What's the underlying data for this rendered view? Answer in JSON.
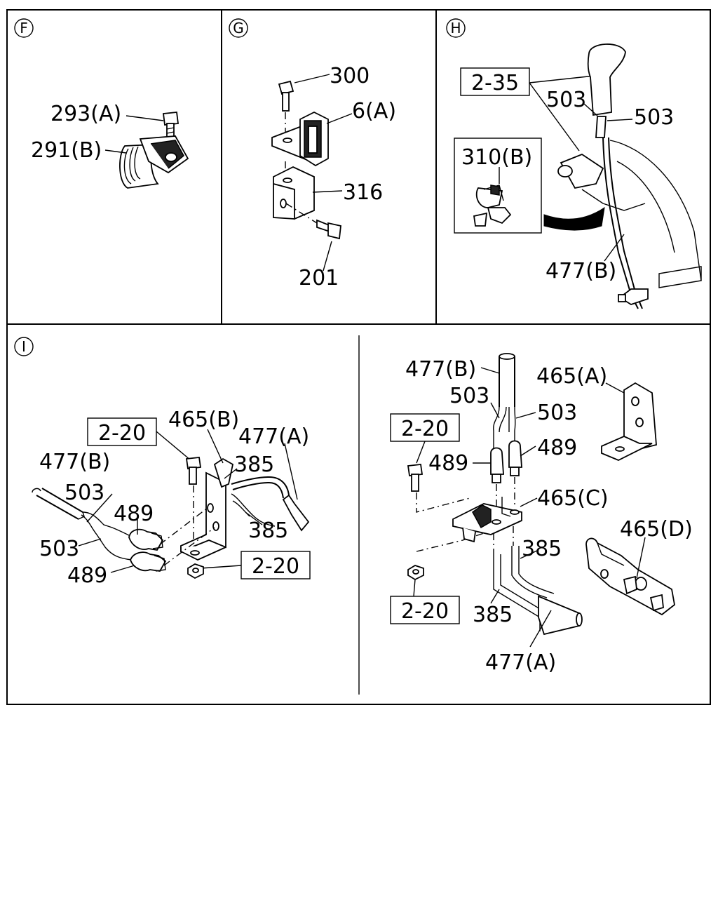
{
  "sections": {
    "f": {
      "marker": "F",
      "labels": [
        "293(A)",
        "291(B)"
      ]
    },
    "g": {
      "marker": "G",
      "labels": [
        "300",
        "6(A)",
        "316",
        "201"
      ]
    },
    "h": {
      "marker": "H",
      "ref_box": "2-35",
      "labels": [
        "503",
        "503",
        "310(B)",
        "477(B)"
      ]
    },
    "i": {
      "marker": "I",
      "left": {
        "ref_boxes": [
          "2-20",
          "2-20"
        ],
        "labels": [
          "465(B)",
          "477(A)",
          "385",
          "477(B)",
          "503",
          "489",
          "385",
          "503",
          "489"
        ]
      },
      "right": {
        "ref_boxes": [
          "2-20",
          "2-20"
        ],
        "labels": [
          "477(B)",
          "465(A)",
          "503",
          "503",
          "489",
          "489",
          "465(C)",
          "465(D)",
          "385",
          "385",
          "477(A)"
        ]
      }
    }
  }
}
